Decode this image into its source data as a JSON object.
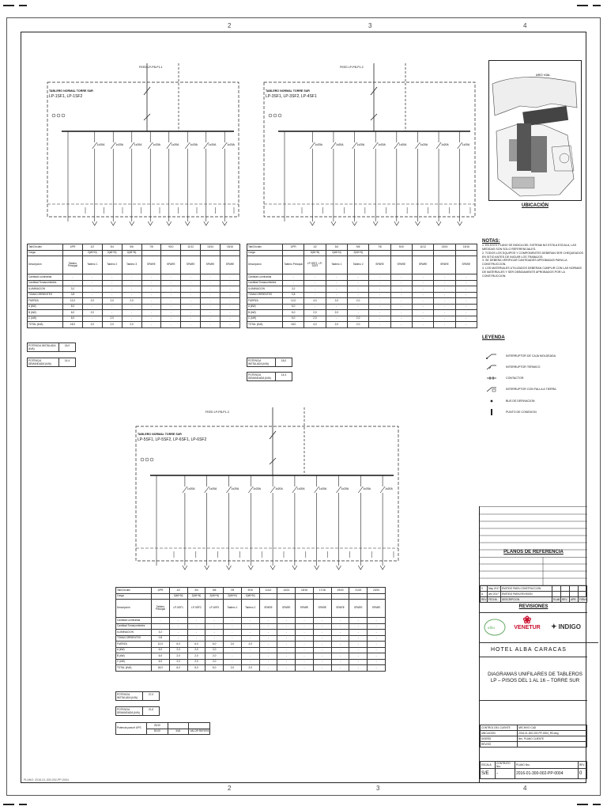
{
  "zones": {
    "top": [
      "2",
      "3",
      "4"
    ],
    "bottom": [
      "2",
      "3",
      "4"
    ]
  },
  "diagrams": [
    {
      "id": "panel-a",
      "feeder_label": "FEED LP-PB-P1-1",
      "panel_title": "TABLERO NORMAL TORRE SUR",
      "panel_codes": "LP-1SF1, LP-1SF2",
      "circuits": [
        "1x20A",
        "1x20A",
        "1x20A",
        "1x20A",
        "1x20A",
        "1x20A",
        "1x20A",
        "1x20A"
      ],
      "table": {
        "header": [
          "Tab/Circuito",
          "1/PR",
          "1/2",
          "3/4",
          "5/6",
          "7/8",
          "9/10",
          "11/12",
          "13/14",
          "15/16"
        ],
        "rows": [
          [
            "Carga",
            "",
            "2(#6+N)",
            "2(#6+N)",
            "2(#6+N)",
            "",
            "",
            "",
            "",
            ""
          ],
          [
            "Descripción",
            "Tablero Principal",
            "Tablero 1",
            "Tablero 2",
            "Tablero 3",
            "SPARE",
            "SPARE",
            "SPARE",
            "SPARE",
            "SPARE"
          ],
          [
            "Cantidad Luminarias",
            "-",
            "-",
            "-",
            "-",
            "-",
            "-",
            "-",
            "-",
            "-"
          ],
          [
            "Cantidad Tomacorrientes",
            "-",
            "-",
            "-",
            "-",
            "-",
            "-",
            "-",
            "-",
            "-"
          ],
          [
            "ILUMINACION",
            "3,2",
            "-",
            "-",
            "-",
            "-",
            "-",
            "-",
            "-",
            "-"
          ],
          [
            "TOMACORRIENTES",
            "0,8",
            "-",
            "-",
            "-",
            "-",
            "-",
            "-",
            "-",
            "-"
          ],
          [
            "FUERZA",
            "12,0",
            "2,0",
            "2,0",
            "2,0",
            "-",
            "-",
            "-",
            "-",
            "-"
          ],
          [
            "A (kW)",
            "6,0",
            "-",
            "-",
            "-",
            "-",
            "-",
            "-",
            "-",
            "-"
          ],
          [
            "B (kW)",
            "6,0",
            "2,0",
            "-",
            "-",
            "-",
            "-",
            "-",
            "-",
            "-"
          ],
          [
            "C (kW)",
            "6,0",
            "-",
            "2,0",
            "-",
            "-",
            "-",
            "-",
            "-",
            "-"
          ],
          [
            "TOTAL (kVA)",
            "18,0",
            "2,0",
            "2,0",
            "2,0",
            "-",
            "-",
            "-",
            "-",
            "-"
          ]
        ]
      },
      "power_installed_label": "POTENCIA INSTALADA (kVA)",
      "power_installed": "18,0",
      "power_demand_label": "POTENCIA DEMANDADA (kVA)",
      "power_demand": "14,4"
    },
    {
      "id": "panel-b",
      "feeder_label": "FEED LP-PB-P1-2",
      "panel_title": "TABLERO NORMAL TORRE SUR",
      "panel_codes": "LP-3SF1, LP-3SF2, LP-4SF1",
      "circuits": [
        "1x20A",
        "1x20A",
        "1x20A",
        "1x20A",
        "1x20A",
        "1x20A",
        "1x20A",
        "1x20A"
      ],
      "table": {
        "header": [
          "Tab/Circuito",
          "1/PR",
          "1/2",
          "3/4",
          "5/6",
          "7/8",
          "9/10",
          "11/12",
          "13/14",
          "15/16"
        ],
        "rows": [
          [
            "Carga",
            "",
            "2(#6+N)",
            "2(#6+N)",
            "2(#6+N)",
            "",
            "",
            "",
            "",
            ""
          ],
          [
            "Descripción",
            "Tablero Principal",
            "LP-3SF1, LP-3SF2",
            "Tablero 1",
            "Tablero 2",
            "SPARE",
            "SPARE",
            "SPARE",
            "SPARE",
            "SPARE"
          ],
          [
            "Cantidad Luminarias",
            "-",
            "-",
            "-",
            "-",
            "-",
            "-",
            "-",
            "-",
            "-"
          ],
          [
            "Cantidad Tomacorrientes",
            "-",
            "-",
            "-",
            "-",
            "-",
            "-",
            "-",
            "-",
            "-"
          ],
          [
            "ILUMINACION",
            "3,2",
            "-",
            "-",
            "-",
            "-",
            "-",
            "-",
            "-",
            "-"
          ],
          [
            "TOMACORRIENTES",
            "0,8",
            "-",
            "-",
            "-",
            "-",
            "-",
            "-",
            "-",
            "-"
          ],
          [
            "FUERZA",
            "12,0",
            "4,0",
            "2,0",
            "2,0",
            "-",
            "-",
            "-",
            "-",
            "-"
          ],
          [
            "A (kW)",
            "6,0",
            "-",
            "-",
            "-",
            "-",
            "-",
            "-",
            "-",
            "-"
          ],
          [
            "B (kW)",
            "6,0",
            "2,0",
            "2,0",
            "-",
            "-",
            "-",
            "-",
            "-",
            "-"
          ],
          [
            "C (kW)",
            "6,0",
            "2,0",
            "-",
            "2,0",
            "-",
            "-",
            "-",
            "-",
            "-"
          ],
          [
            "TOTAL (kVA)",
            "18,0",
            "4,0",
            "2,0",
            "2,0",
            "-",
            "-",
            "-",
            "-",
            "-"
          ]
        ]
      },
      "power_installed_label": "POTENCIA INSTALADA (kVA)",
      "power_installed": "18,0",
      "power_demand_label": "POTENCIA DEMANDADA (kVA)",
      "power_demand": "14,4"
    },
    {
      "id": "panel-c",
      "feeder_label": "FEED LP-PB-P1-3",
      "panel_title": "TABLERO NORMAL TORRE SUR",
      "panel_codes": "LP-5SF1, LP-5SF2, LP-6SF1, LP-6SF2",
      "circuits": [
        "1x20A",
        "1x20A",
        "1x20A",
        "1x20A",
        "1x20A",
        "1x20A",
        "1x20A",
        "1x20A",
        "1x20A",
        "1x20A"
      ],
      "table": {
        "header": [
          "Tab/Circuito",
          "1/PR",
          "1/2",
          "3/4",
          "5/6",
          "7/8",
          "9/10",
          "11/12",
          "13/14",
          "15/16",
          "17/18",
          "19/20",
          "21/22",
          "23/24"
        ],
        "rows": [
          [
            "Carga",
            "",
            "2(#6+N)",
            "2(#6+N)",
            "2(#6+N)",
            "2(#6+N)",
            "2(#6+N)",
            "",
            "",
            "",
            "",
            "",
            "",
            ""
          ],
          [
            "Descripción",
            "Tablero Principal",
            "LP-5SF1",
            "LP-5SF2",
            "LP-6SF1",
            "Tablero 1",
            "Tablero 2",
            "SPARE",
            "SPARE",
            "SPARE",
            "SPARE",
            "SPARE",
            "SPARE",
            "SPARE"
          ],
          [
            "Cantidad Luminarias",
            "-",
            "-",
            "-",
            "-",
            "-",
            "-",
            "-",
            "-",
            "-",
            "-",
            "-",
            "-",
            "-"
          ],
          [
            "Cantidad Tomacorrientes",
            "-",
            "-",
            "-",
            "-",
            "-",
            "-",
            "-",
            "-",
            "-",
            "-",
            "-",
            "-",
            "-"
          ],
          [
            "ILUMINACION",
            "3,2",
            "-",
            "-",
            "-",
            "-",
            "-",
            "-",
            "-",
            "-",
            "-",
            "-",
            "-",
            "-"
          ],
          [
            "TOMACORRIENTES",
            "0,8",
            "-",
            "-",
            "-",
            "-",
            "-",
            "-",
            "-",
            "-",
            "-",
            "-",
            "-",
            "-"
          ],
          [
            "FUERZA",
            "12,0",
            "6,0",
            "6,0",
            "6,0",
            "2,0",
            "2,0",
            "-",
            "-",
            "-",
            "-",
            "-",
            "-",
            "-"
          ],
          [
            "A (kW)",
            "6,0",
            "2,0",
            "2,0",
            "2,0",
            "-",
            "-",
            "-",
            "-",
            "-",
            "-",
            "-",
            "-",
            "-"
          ],
          [
            "B (kW)",
            "6,0",
            "2,0",
            "2,0",
            "2,0",
            "-",
            "-",
            "-",
            "-",
            "-",
            "-",
            "-",
            "-",
            "-"
          ],
          [
            "C (kW)",
            "6,0",
            "2,0",
            "2,0",
            "2,0",
            "-",
            "-",
            "-",
            "-",
            "-",
            "-",
            "-",
            "-",
            "-"
          ],
          [
            "TOTAL (kVA)",
            "18,0",
            "6,0",
            "6,0",
            "6,0",
            "2,0",
            "2,0",
            "-",
            "-",
            "-",
            "-",
            "-",
            "-",
            "-"
          ]
        ]
      },
      "power_installed_label": "POTENCIA INSTALADA (kVA)",
      "power_installed": "27,0",
      "power_demand_label": "POTENCIA DEMANDADA (kVA)",
      "power_demand": "21,6",
      "extra_label": "Potencia para el UPS",
      "extra_rows": [
        [
          "25,00",
          "",
          ""
        ],
        [
          "50,00",
          "kVA",
          "VALOR REFERENCIAL"
        ]
      ]
    }
  ],
  "location_title": "UBICACIÓN",
  "notes": {
    "title": "NOTAS:",
    "items": [
      "1. EN ESTE PLANO SE INDICA DEL SISTEMA NO ESTA A ESCALA, LAS MEDIDAS SON SOLO REFERENCIALES.",
      "2. TODOS LOS EQUIPOS Y COMPONENTES DEBERAN SER CHEQUEADOS EN SITIO ANTES DE INICIAR LOS TRABAJOS.",
      "3. SE DEBERA VERIFICAR CANTIDADES APROBADAS PARA LA CONSTRUCCION.",
      "4. LOS MATERIALES UTILIZADOS DEBERAN CUMPLIR CON LAS NORMAS DE MATERIALES Y SER DEBIDAMENTE APROBADOS POR LA CONSTRUCCION."
    ]
  },
  "legend": {
    "title": "LEYENDA",
    "items": [
      "INTERRUPTOR DE CAJA MOLDEADA",
      "INTERRUPTOR TERMICO",
      "CONTACTOR",
      "INTERRUPTOR CON FALLA A TIERRA",
      "BUS DE DERIVACION",
      "PUNTO DE CONEXION"
    ]
  },
  "title_block": {
    "ref_header": "PLANOS DE REFERENCIA",
    "revisions_header": "REVISIONES",
    "revision_rows": [
      [
        "0",
        "May 2017",
        "EMITIDO PARA CONSTRUCCION",
        "",
        "",
        "",
        ""
      ],
      [
        "A",
        "Abr 2017",
        "EMITIDO PARA REVISION",
        "",
        "",
        "",
        ""
      ]
    ],
    "revision_cols": [
      "REV.",
      "FECHA",
      "DESCRIPCION",
      "ELAB.",
      "REV.",
      "APR.",
      "FIRMA"
    ],
    "company_left": "VENETUR",
    "company_right": "INDIGO",
    "hotel": "HOTEL ALBA CARACAS",
    "drawing_title": "DIAGRAMAS UNIFILARES DE TABLEROS LP – PISOS DEL 1 AL 16 – TORRE SUR",
    "meta_left": [
      "CONTROL DEL CLIENTE",
      "UBICACION",
      "DISEÑO",
      "REVISÓ"
    ],
    "meta_right": [
      "ARCHIVO CAD",
      "2016-01-300-002-PP-0004_R0.dwg",
      "Nro. PLANO CLIENTE",
      ""
    ],
    "scale_label": "ESCALA",
    "scale": "S/E",
    "contract_label": "CONTRATO Nro.",
    "contract": "-",
    "drawing_no_label": "PLANO Nro.",
    "drawing_no": "2016-01-300-002-PP-0004",
    "rev_label": "REV.",
    "rev": "0"
  },
  "footer_path": "PLANO: 2016-01-300-002-PP-0004"
}
